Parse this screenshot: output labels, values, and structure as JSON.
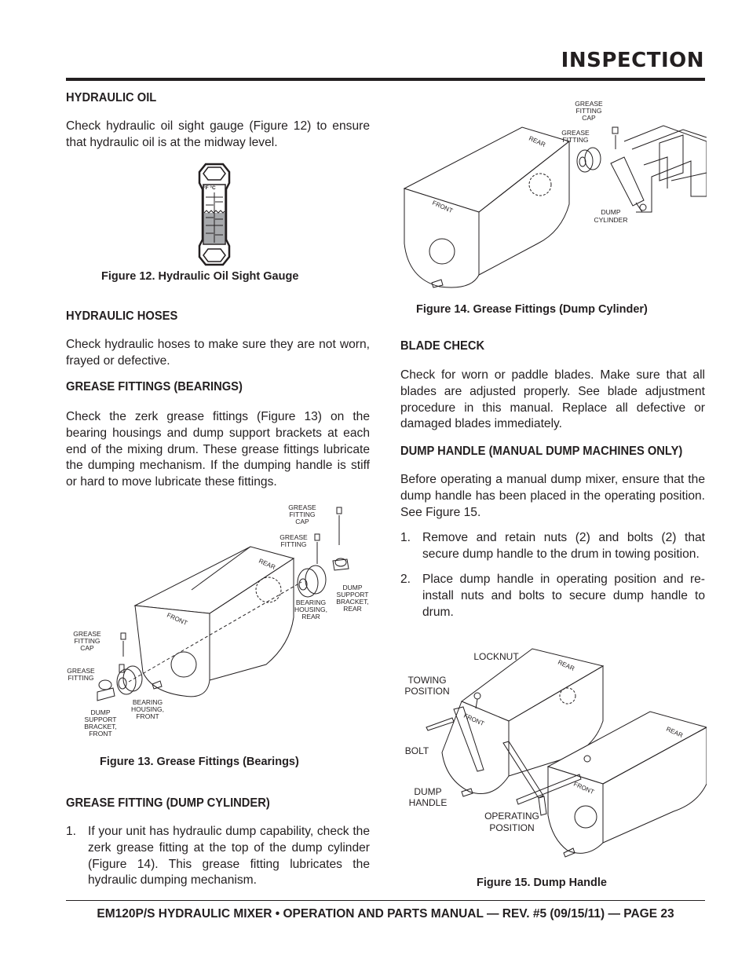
{
  "page": {
    "title": "INSPECTION",
    "footer": "EM120P/S HYDRAULIC MIXER • OPERATION AND PARTS MANUAL — REV. #5 (09/15/11) — PAGE 23"
  },
  "left": {
    "hydraulic_oil": {
      "heading": "HYDRAULIC OIL",
      "body": "Check hydraulic oil sight gauge (Figure 12) to ensure that hydraulic oil is at the midway level.",
      "gauge_units": [
        "°F",
        "°C"
      ],
      "caption": "Figure 12. Hydraulic Oil Sight Gauge"
    },
    "hydraulic_hoses": {
      "heading": "HYDRAULIC HOSES",
      "body": "Check hydraulic hoses to make sure they are not worn, frayed or defective."
    },
    "grease_bearings": {
      "heading": "GREASE FITTINGS (BEARINGS)",
      "body": "Check the zerk grease fittings (Figure 13) on the bearing housings and dump support brackets at each end of the mixing drum. These grease fittings lubricate the dumping mechanism. If the dumping handle is stiff or hard to move lubricate these fittings.",
      "labels": {
        "cap_rear": [
          "GREASE",
          "FITTING",
          "CAP"
        ],
        "fitting_rear": [
          "GREASE",
          "FITTING"
        ],
        "housing_rear": [
          "BEARING",
          "HOUSING,",
          "REAR"
        ],
        "bracket_rear": [
          "DUMP",
          "SUPPORT",
          "BRACKET,",
          "REAR"
        ],
        "cap_front": [
          "GREASE",
          "FITTING",
          "CAP"
        ],
        "fitting_front": [
          "GREASE",
          "FITTING"
        ],
        "bracket_front": [
          "DUMP",
          "SUPPORT",
          "BRACKET,",
          "FRONT"
        ],
        "housing_front": [
          "BEARING",
          "HOUSING,",
          "FRONT"
        ],
        "drum_front": "FRONT",
        "drum_rear": "REAR"
      },
      "caption": "Figure 13. Grease Fittings (Bearings)"
    },
    "grease_cylinder": {
      "heading": "GREASE FITTING (DUMP CYLINDER)",
      "items": [
        {
          "num": "1.",
          "text": "If your unit has hydraulic dump capability, check the zerk grease fitting at the top of the dump cylinder (Figure 14). This grease fitting lubricates the hydraulic dumping mechanism."
        }
      ]
    }
  },
  "right": {
    "fig14": {
      "labels": {
        "cap": [
          "GREASE",
          "FITTING",
          "CAP"
        ],
        "fitting": [
          "GREASE",
          "FITTING"
        ],
        "cylinder": [
          "DUMP",
          "CYLINDER"
        ],
        "drum_front": "FRONT",
        "drum_rear": "REAR"
      },
      "caption": "Figure 14. Grease Fittings (Dump Cylinder)"
    },
    "blade_check": {
      "heading": "BLADE CHECK",
      "body": "Check for worn or paddle blades.  Make sure that all blades are adjusted properly. See blade adjustment procedure in this manual.  Replace all defective or damaged blades immediately."
    },
    "dump_handle": {
      "heading": "DUMP HANDLE (MANUAL DUMP MACHINES ONLY)",
      "body": "Before operating a manual dump mixer, ensure that the dump handle has been placed in the operating position. See Figure 15.",
      "items": [
        {
          "num": "1.",
          "text": "Remove and retain nuts (2) and bolts (2) that secure dump handle to the drum in towing position."
        },
        {
          "num": "2.",
          "text": "Place dump handle in operating position and re-install nuts and bolts to secure dump handle to drum."
        }
      ]
    },
    "fig15": {
      "labels": {
        "locknut": "LOCKNUT",
        "towing": [
          "TOWING",
          "POSITION"
        ],
        "bolt": "BOLT",
        "handle": [
          "DUMP",
          "HANDLE"
        ],
        "operating": [
          "OPERATING",
          "POSITION"
        ],
        "front": "FRONT",
        "rear": "REAR"
      },
      "caption": "Figure 15. Dump Handle"
    }
  }
}
